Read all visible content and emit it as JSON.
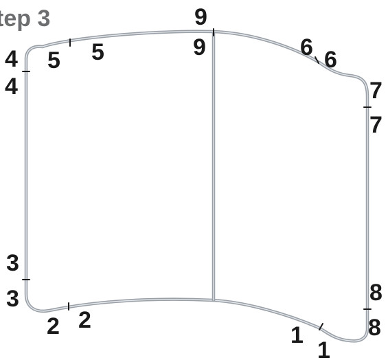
{
  "diagram": {
    "title": "tep 3",
    "joint_labels": [
      "9",
      "9",
      "6",
      "6",
      "7",
      "7",
      "8",
      "8",
      "1",
      "1",
      "2",
      "2",
      "3",
      "3",
      "4",
      "4",
      "5",
      "5"
    ]
  },
  "colors": {
    "tube": "#9aa0a8",
    "tube_highlight": "#e4e7ea",
    "label": "#1a1a1a",
    "title": "#6c6e70"
  }
}
